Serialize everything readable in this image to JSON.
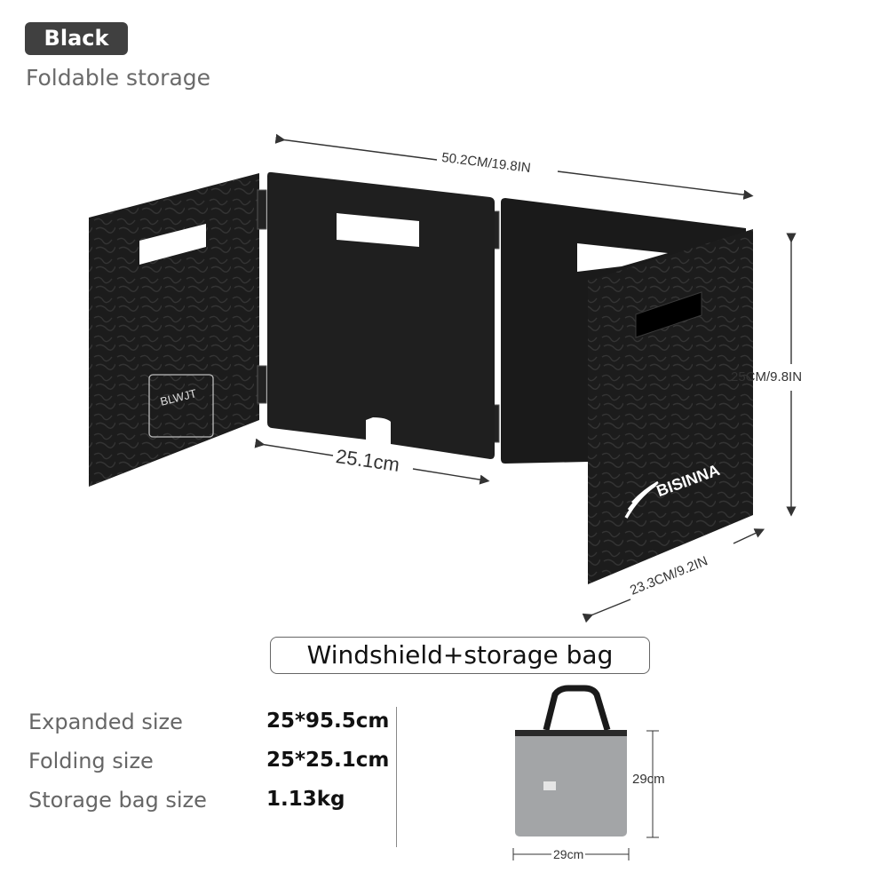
{
  "header": {
    "color_badge": "Black",
    "subtitle": "Foldable storage"
  },
  "product": {
    "brand_logo_text": "BISINNA",
    "panel_mark_text": "BLWJT"
  },
  "dimensions": {
    "total_width": "50.2CM/19.8IN",
    "panel_width": "25.1cm",
    "height": "25CM/9.8IN",
    "depth": "23.3CM/9.2IN"
  },
  "caption": "Windshield+storage bag",
  "specs": [
    {
      "label": "Expanded size",
      "value": "25*95.5cm"
    },
    {
      "label": "Folding size",
      "value": "25*25.1cm"
    },
    {
      "label": "Storage bag size",
      "value": "1.13kg"
    }
  ],
  "bag": {
    "height": "29cm",
    "width": "29cm"
  },
  "colors": {
    "panel": "#1c1c1c",
    "badge_bg": "#404040",
    "bag": "#a3a5a7"
  }
}
